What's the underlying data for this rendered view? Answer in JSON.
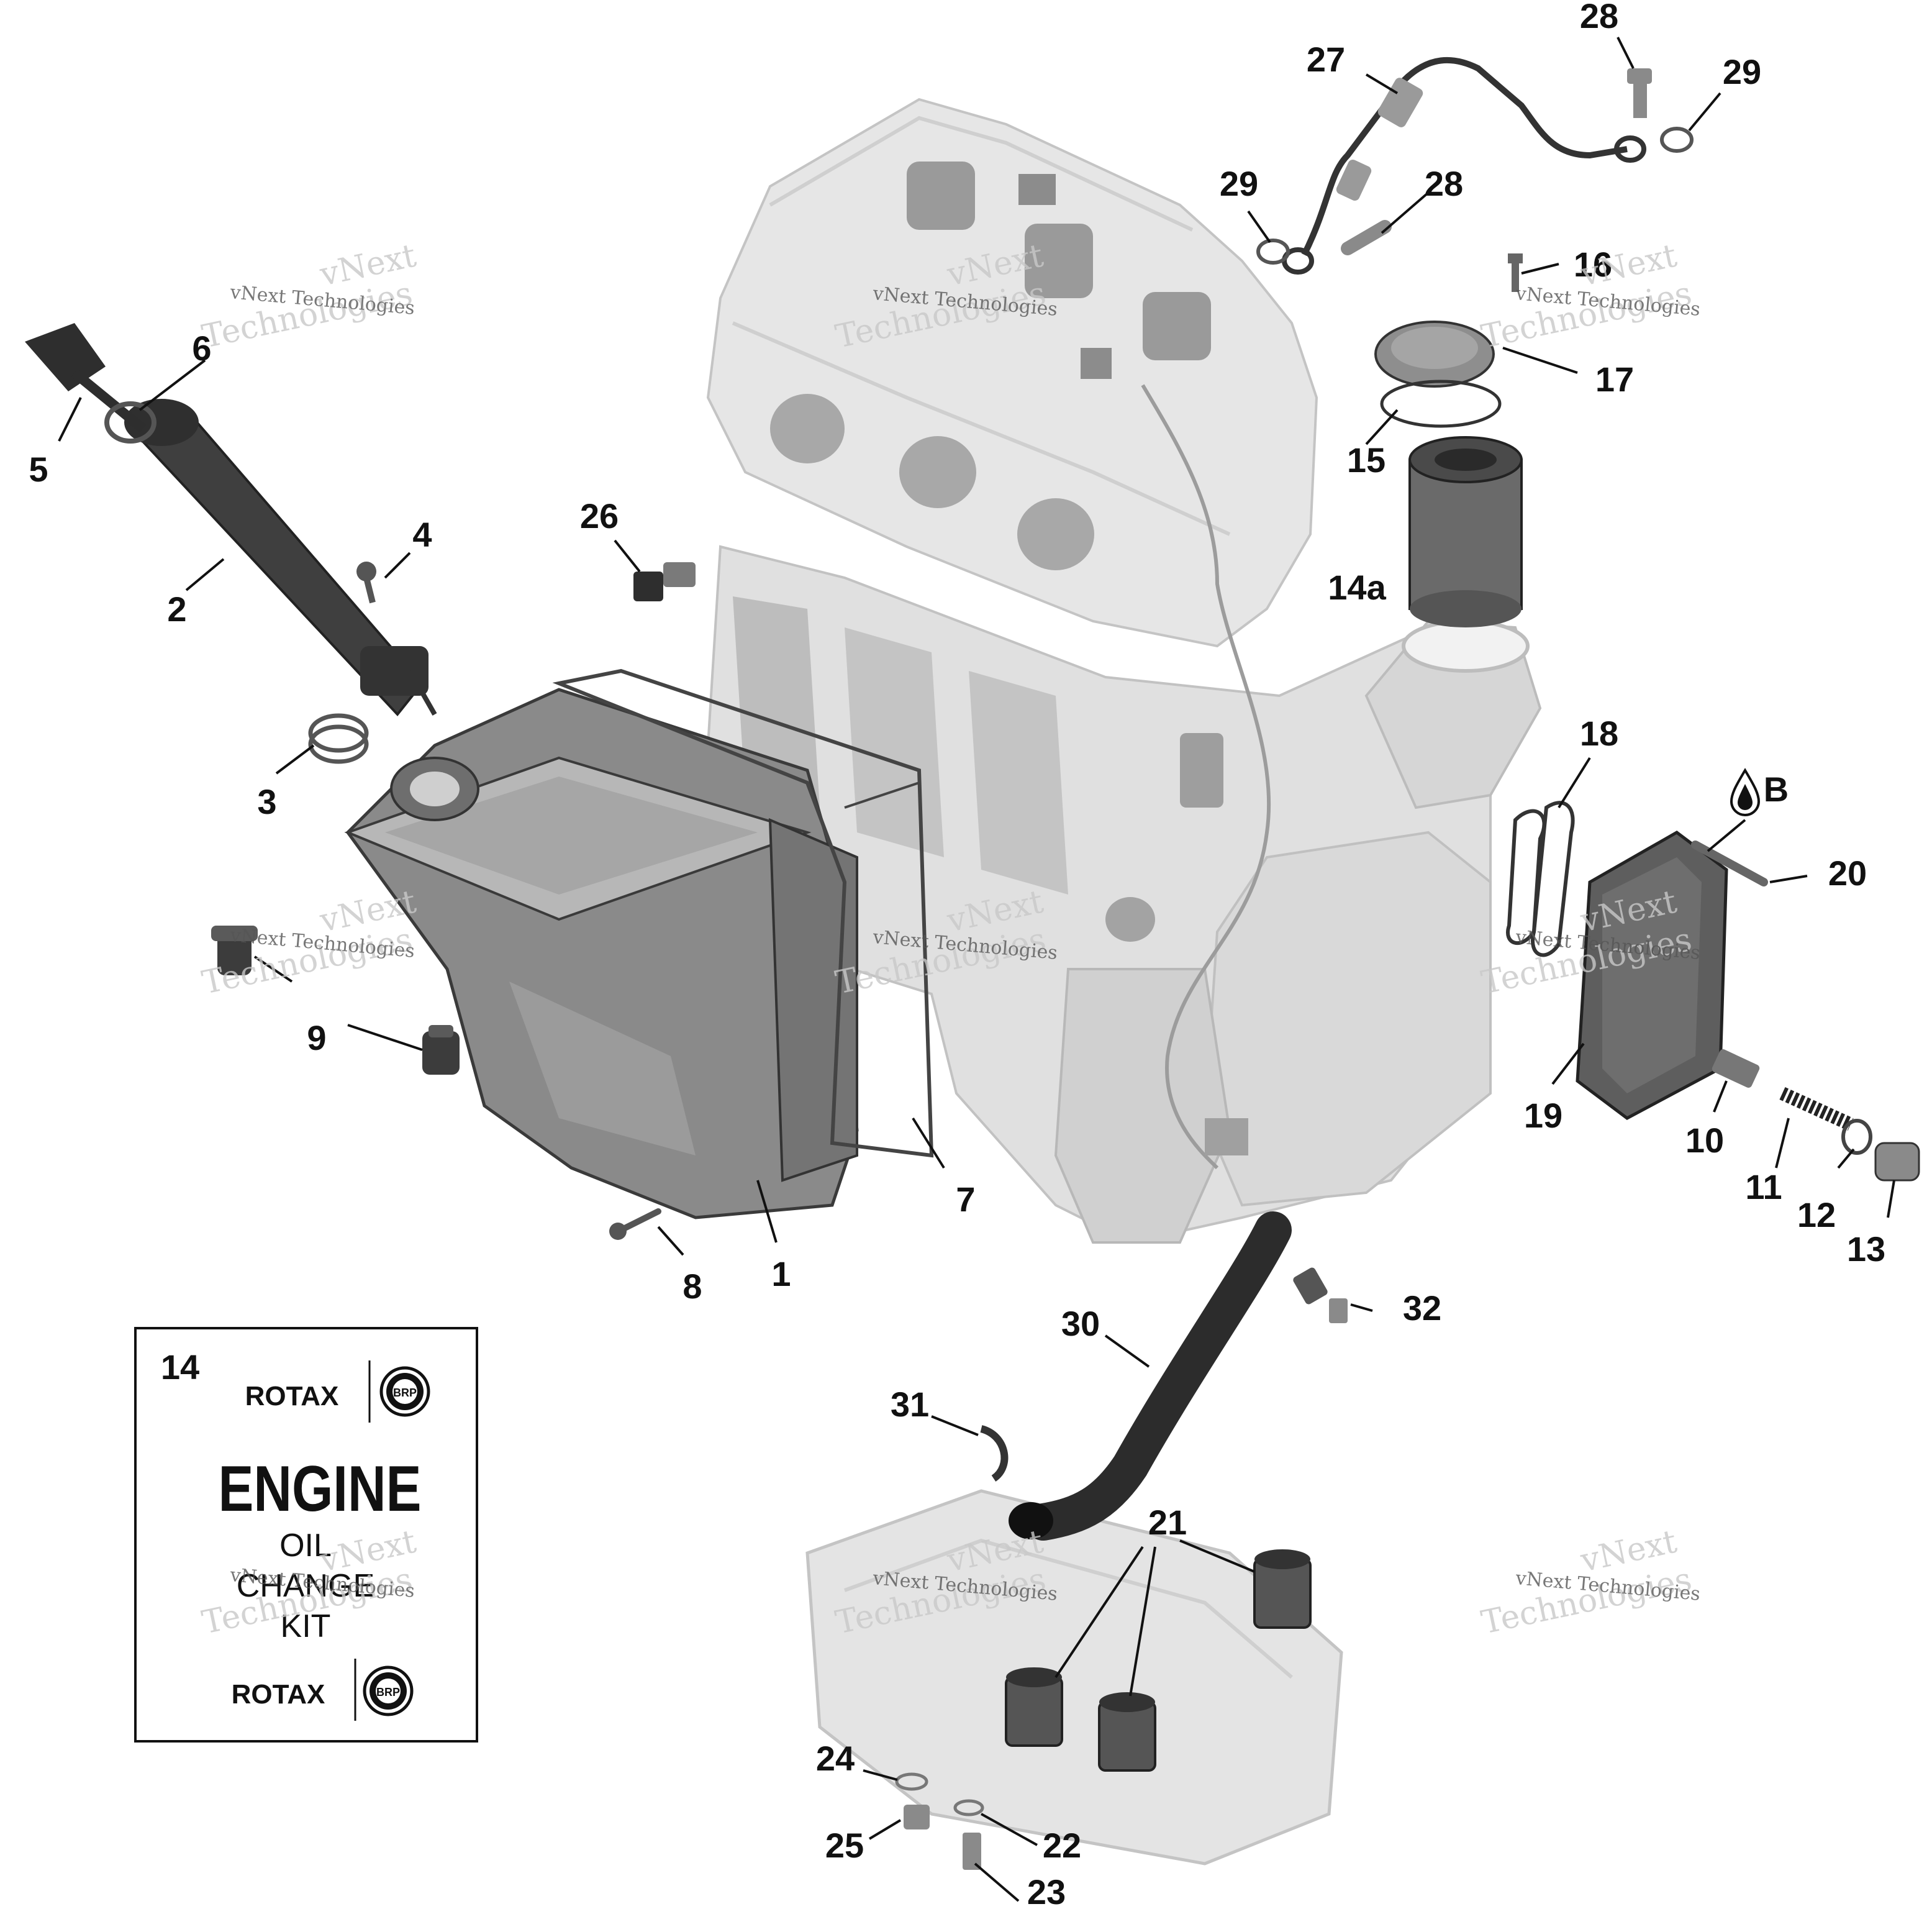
{
  "callouts": [
    {
      "label": "1"
    },
    {
      "label": "2"
    },
    {
      "label": "3"
    },
    {
      "label": "4"
    },
    {
      "label": "5"
    },
    {
      "label": "6"
    },
    {
      "label": "7"
    },
    {
      "label": "8"
    },
    {
      "label": "9"
    },
    {
      "label": "10"
    },
    {
      "label": "11"
    },
    {
      "label": "12"
    },
    {
      "label": "13"
    },
    {
      "label": "14a"
    },
    {
      "label": "15"
    },
    {
      "label": "16"
    },
    {
      "label": "17"
    },
    {
      "label": "18"
    },
    {
      "label": "19"
    },
    {
      "label": "20"
    },
    {
      "label": "21"
    },
    {
      "label": "22"
    },
    {
      "label": "23"
    },
    {
      "label": "24"
    },
    {
      "label": "25"
    },
    {
      "label": "26"
    },
    {
      "label": "27"
    },
    {
      "label": "28"
    },
    {
      "label": "28"
    },
    {
      "label": "29"
    },
    {
      "label": "29"
    },
    {
      "label": "30"
    },
    {
      "label": "31"
    },
    {
      "label": "32"
    },
    {
      "label": "B"
    }
  ],
  "kit": {
    "number": "14",
    "brand": "ROTAX",
    "badge": "BRP",
    "title": "ENGINE",
    "line1": "OIL",
    "line2": "CHANGE",
    "line3": "KIT"
  },
  "watermark": {
    "brand_a": "vNext",
    "brand_b": "Technologies",
    "full": "vNext Technologies"
  }
}
